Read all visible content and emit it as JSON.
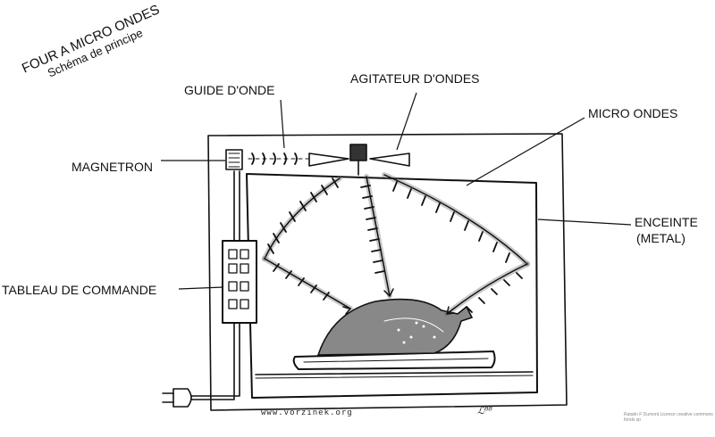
{
  "title": {
    "line1": "FOUR A MICRO ONDES",
    "line2": "Schéma de principe"
  },
  "labels": {
    "guide": "GUIDE D'ONDE",
    "agitateur": "AGITATEUR D'ONDES",
    "micro_ondes": "MICRO ONDES",
    "magnetron": "MAGNETRON",
    "enceinte_1": "ENCEINTE",
    "enceinte_2": "(METAL)",
    "tableau": "TABLEAU DE COMMANDE"
  },
  "credit": "www.vorzinek.org",
  "signature": "ℒ⁸⁸",
  "legal": "Ratatin F Dumont Licence creative commons fonds sp",
  "colors": {
    "ink": "#111111",
    "shade": "#444444",
    "paper": "#ffffff"
  }
}
